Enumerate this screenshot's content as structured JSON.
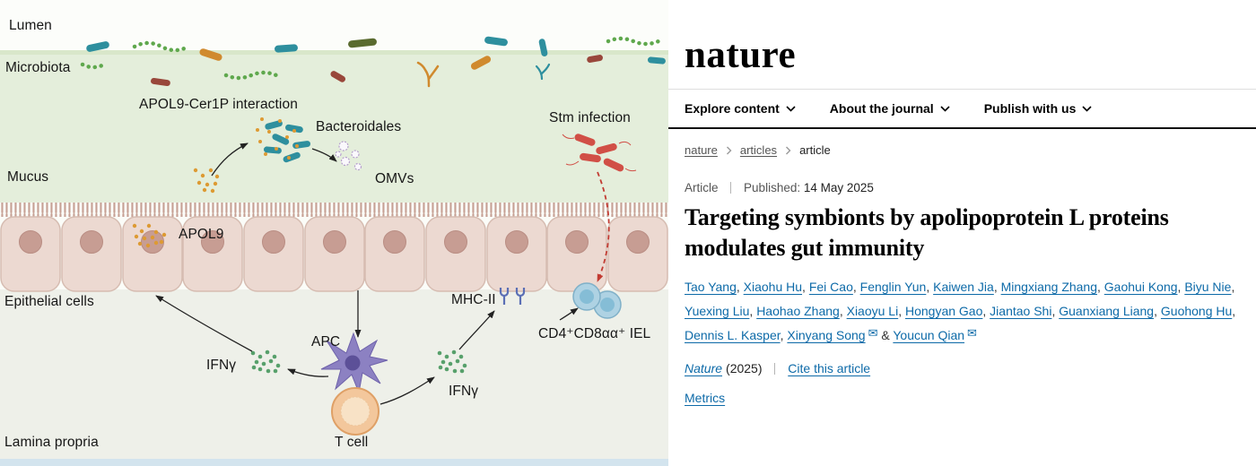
{
  "diagram": {
    "labels": {
      "lumen": "Lumen",
      "microbiota": "Microbiota",
      "interaction": "APOL9-Cer1P interaction",
      "bacteroidales": "Bacteroidales",
      "stm": "Stm infection",
      "mucus": "Mucus",
      "omvs": "OMVs",
      "apol9": "APOL9",
      "epithelial": "Epithelial cells",
      "mhc2": "MHC-II",
      "iel": "CD4⁺CD8αα⁺ IEL",
      "apc": "APC",
      "ifng_left": "IFNγ",
      "ifng_right": "IFNγ",
      "tcell": "T cell",
      "lamina": "Lamina propria"
    },
    "colors": {
      "mucus_bg": "#e4eedb",
      "lamina_bg": "#eef0e9",
      "cell_fill": "#ecd9d1",
      "nucleus": "#c79d93",
      "bacteria_teal": "#2e8f9e",
      "apol9_orange": "#dd9a33",
      "stm_red": "#d14f46",
      "ifng_green": "#57a06b",
      "apc_purple": "#8c81c2",
      "tcell_orange": "#f3c79c",
      "iel_blue": "#aed2e3"
    }
  },
  "journal": {
    "logo": "nature",
    "nav": [
      {
        "label": "Explore content"
      },
      {
        "label": "About the journal"
      },
      {
        "label": "Publish with us"
      }
    ],
    "breadcrumb": {
      "items": [
        "nature",
        "articles",
        "article"
      ]
    },
    "meta": {
      "type": "Article",
      "published_label": "Published:",
      "date": "14 May 2025"
    },
    "title": "Targeting symbionts by apolipoprotein L proteins modulates gut immunity",
    "authors": [
      {
        "name": "Tao Yang"
      },
      {
        "name": "Xiaohu Hu"
      },
      {
        "name": "Fei Cao"
      },
      {
        "name": "Fenglin Yun"
      },
      {
        "name": "Kaiwen Jia"
      },
      {
        "name": "Mingxiang Zhang"
      },
      {
        "name": "Gaohui Kong"
      },
      {
        "name": "Biyu Nie"
      },
      {
        "name": "Yuexing Liu"
      },
      {
        "name": "Haohao Zhang"
      },
      {
        "name": "Xiaoyu Li"
      },
      {
        "name": "Hongyan Gao"
      },
      {
        "name": "Jiantao Shi"
      },
      {
        "name": "Guanxiang Liang"
      },
      {
        "name": "Guohong Hu"
      },
      {
        "name": "Dennis L. Kasper"
      },
      {
        "name": "Xinyang Song",
        "email": true
      },
      {
        "name": "Youcun Qian",
        "email": true
      }
    ],
    "citation": {
      "journal": "Nature",
      "year": "(2025)",
      "cite_link": "Cite this article"
    },
    "metrics_link": "Metrics",
    "icons": {
      "email": "✉"
    },
    "colors": {
      "link": "#0d6aa8"
    }
  }
}
